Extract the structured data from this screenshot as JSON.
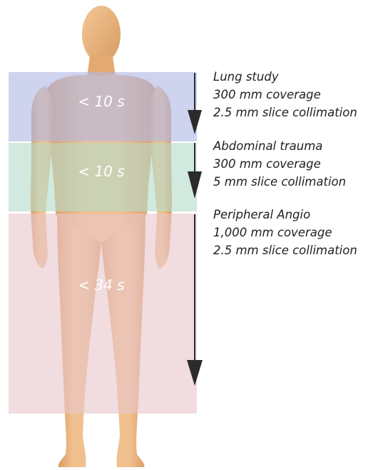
{
  "regions": [
    {
      "name": "lung",
      "time_label": "< 10 s",
      "color": "#b0b8e4",
      "study": "Lung study",
      "coverage": "300 mm coverage",
      "collimation": "2.5 mm slice collimation"
    },
    {
      "name": "abdomen",
      "time_label": "< 10 s",
      "color": "#b5dcca",
      "study": "Abdominal trauma",
      "coverage": "300 mm coverage",
      "collimation": "5 mm slice collimation"
    },
    {
      "name": "peripheral",
      "time_label": "< 34 s",
      "color": "#e8c6cc",
      "study": "Peripheral Angio",
      "coverage": "1,000 mm coverage",
      "collimation": "2.5 mm slice collimation"
    }
  ],
  "colors": {
    "skin": "#e8b27e",
    "arrow": "#2b2b2b",
    "text": "#222222",
    "time_label": "#ffffff"
  },
  "icons": {
    "figure": "human-body-figure",
    "arrow": "down-arrow-icon"
  }
}
